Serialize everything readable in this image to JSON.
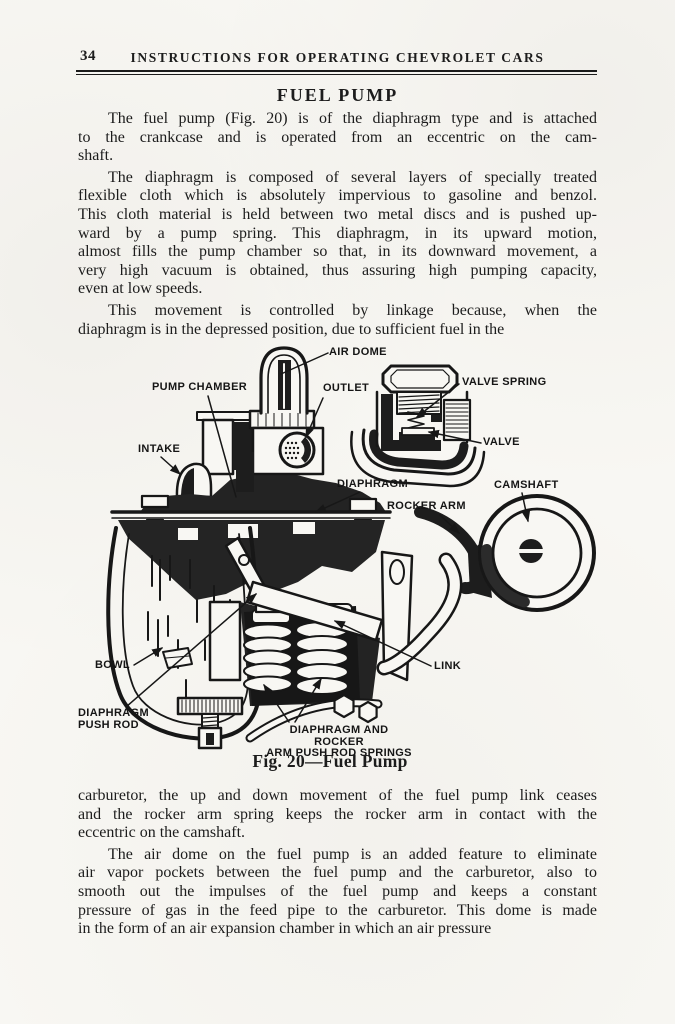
{
  "page": {
    "number": "34",
    "running_title": "INSTRUCTIONS FOR OPERATING CHEVROLET CARS",
    "heading": "FUEL PUMP",
    "paragraphs_top": [
      {
        "lines": [
          "The fuel pump (Fig. 20) is of the diaphragm type and is attached",
          "to the crankcase and is operated from an eccentric on the cam-",
          "shaft."
        ]
      },
      {
        "lines": [
          "The diaphragm is composed of several layers of specially treated",
          "flexible cloth which is absolutely impervious to gasoline and benzol.",
          "This cloth material is held between two metal discs and is pushed up-",
          "ward by a pump spring.  This diaphragm, in its upward motion,",
          "almost fills the pump chamber so that, in its downward movement, a",
          "very high vacuum is obtained, thus assuring high pumping capacity,",
          "even at low speeds."
        ]
      },
      {
        "lines": [
          "This movement is controlled by linkage because, when the",
          "diaphragm is in the depressed position, due to sufficient fuel in the"
        ]
      }
    ],
    "figure": {
      "caption": "Fig. 20—Fuel Pump",
      "labels": {
        "air_dome": "AIR DOME",
        "pump_chamber": "PUMP CHAMBER",
        "outlet": "OUTLET",
        "valve_spring": "VALVE SPRING",
        "valve": "VALVE",
        "intake": "INTAKE",
        "diaphragm": "DIAPHRAGM",
        "rocker_arm": "ROCKER ARM",
        "camshaft": "CAMSHAFT",
        "bowl": "BOWL",
        "link": "LINK",
        "push_rod_l1": "DIAPHRAGM",
        "push_rod_l2": "PUSH ROD",
        "springs_l1": "DIAPHRAGM AND ROCKER",
        "springs_l2": "ARM PUSH ROD SPRINGS"
      }
    },
    "paragraphs_bottom": [
      {
        "lines": [
          "carburetor, the up and down movement of the fuel pump link ceases",
          "and the rocker arm spring keeps the rocker arm in contact with the",
          "eccentric on the camshaft."
        ]
      },
      {
        "lines": [
          "The air dome on the fuel pump is an added feature to eliminate",
          "air vapor pockets between the fuel pump and the carburetor, also to",
          "smooth out the impulses of the fuel pump and keeps a constant",
          "pressure of gas in the feed pipe to the carburetor.  This dome is made",
          "in the form of an air expansion chamber in which an air pressure"
        ]
      }
    ]
  }
}
